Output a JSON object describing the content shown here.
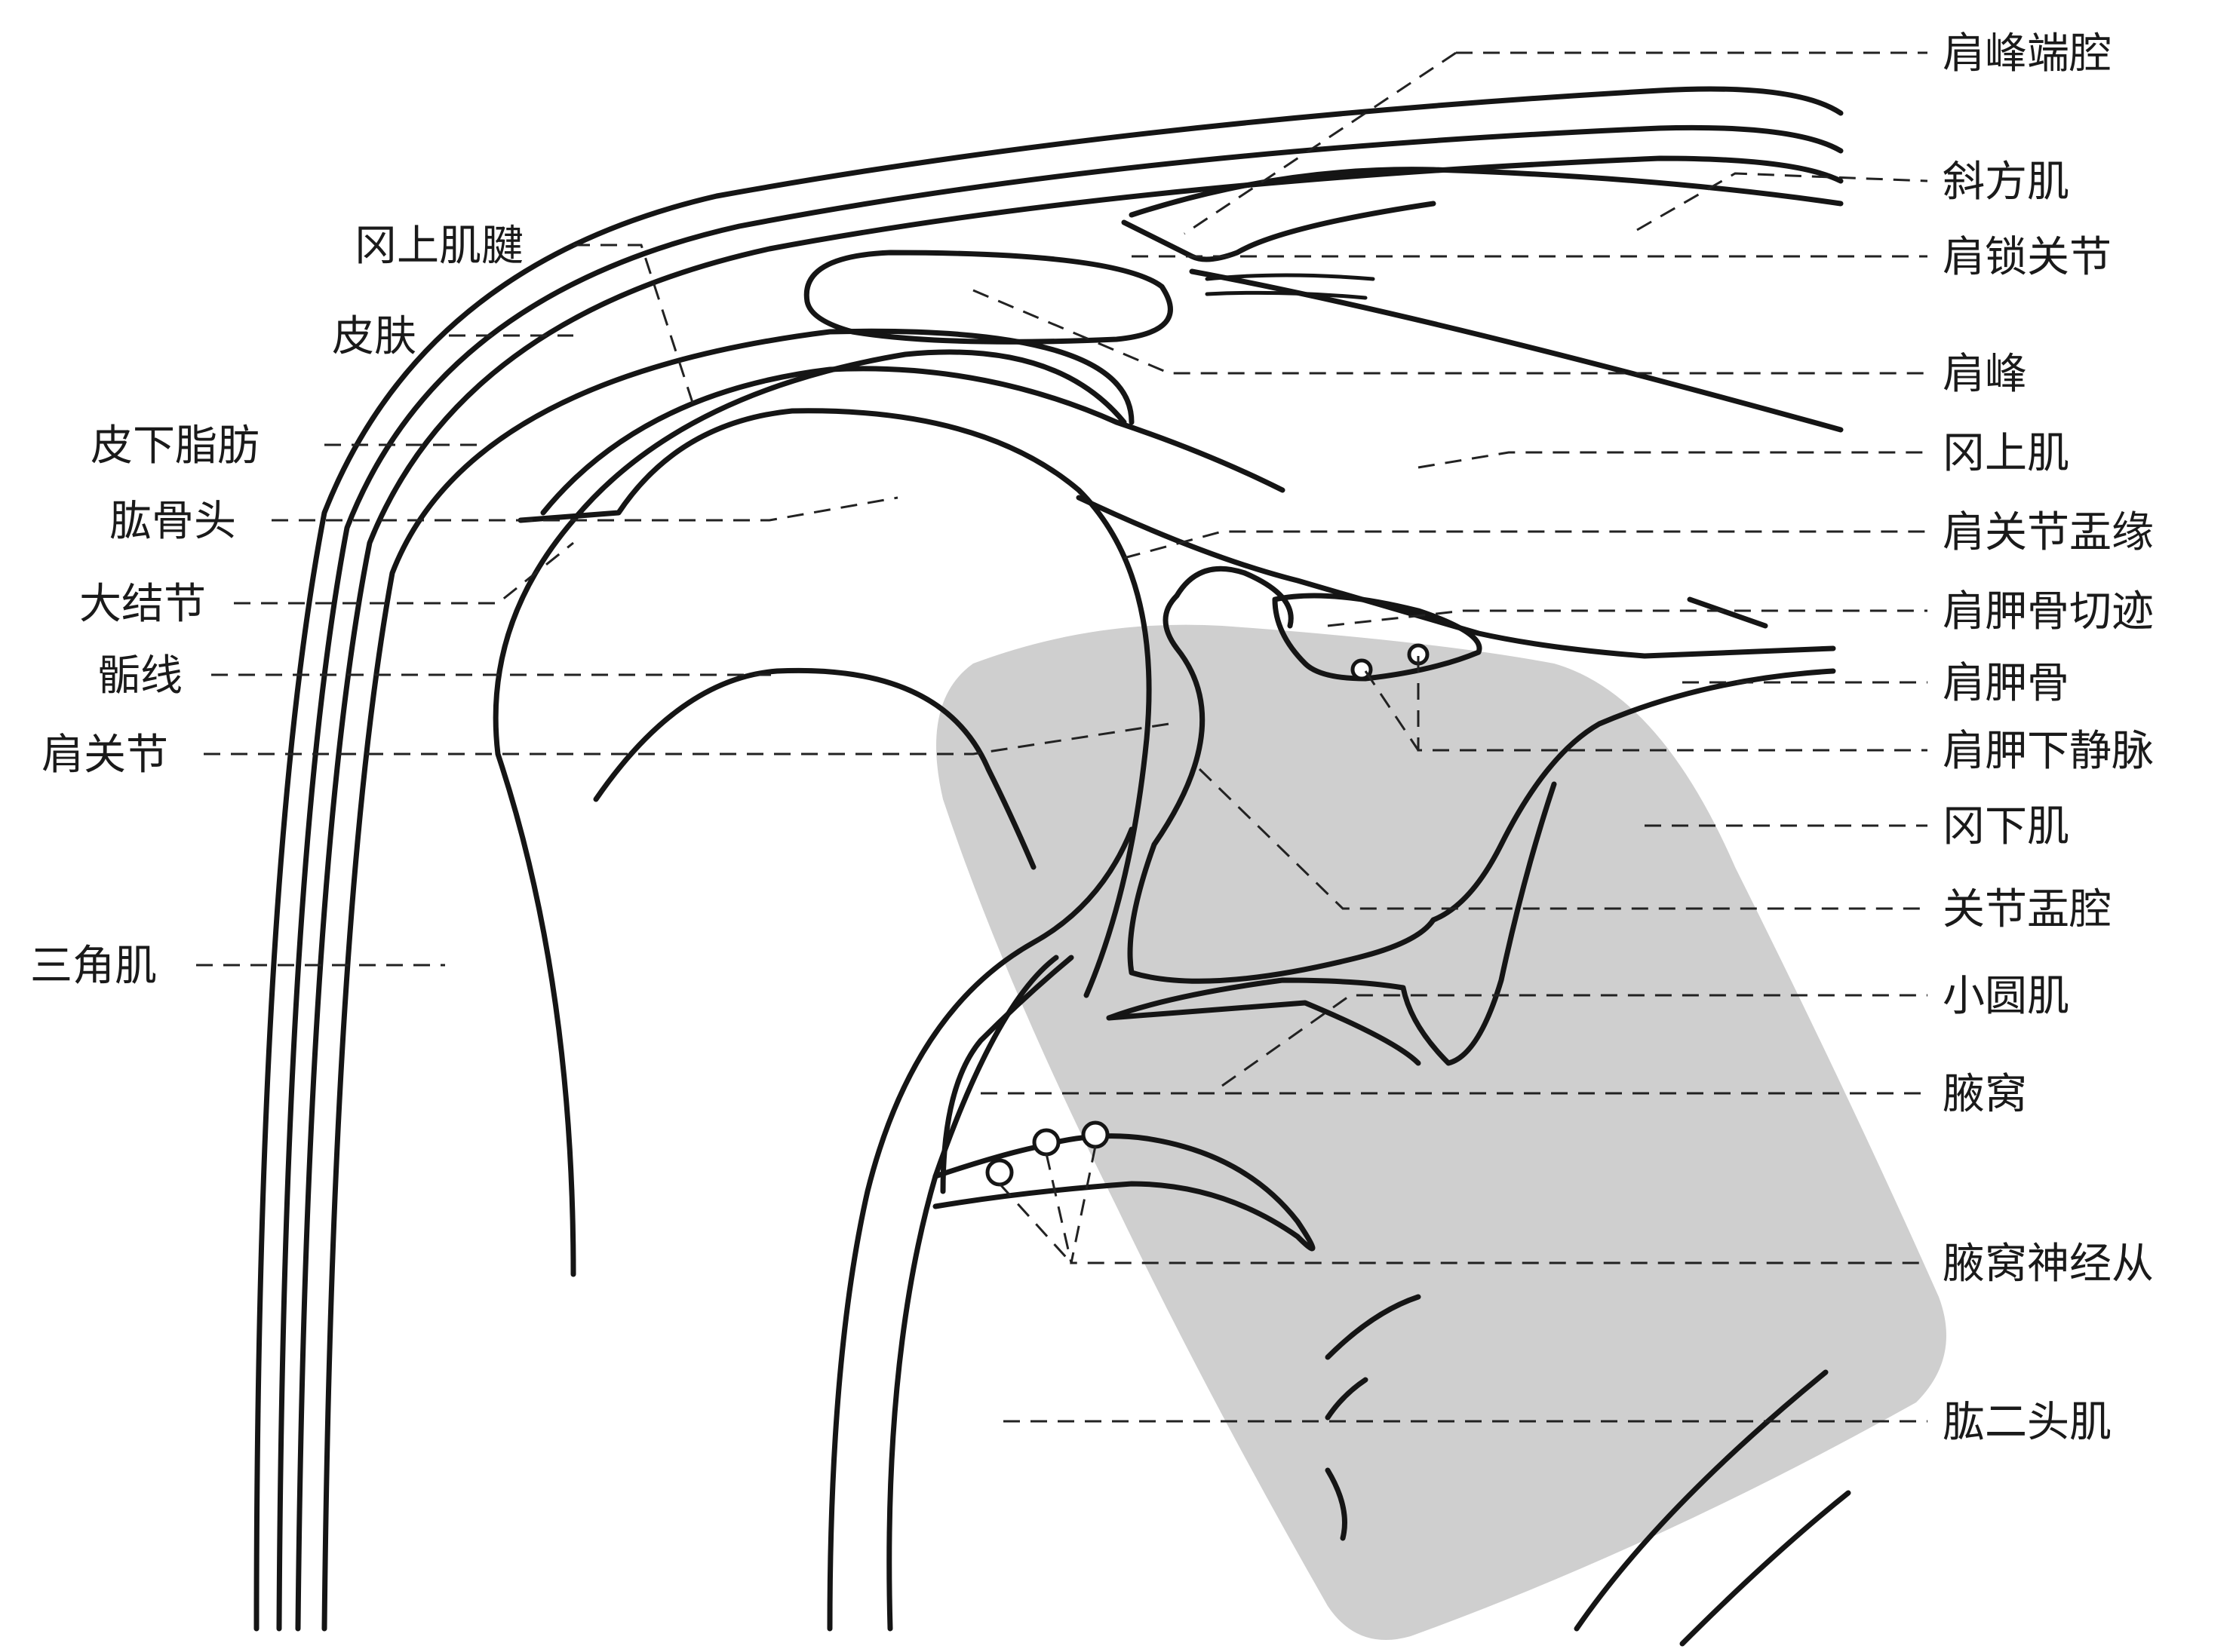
{
  "watermark": {
    "text": ""
  },
  "labels": {
    "acromion_end_cavity": "肩峰端腔",
    "trapezius": "斜方肌",
    "acromioclavicular_joint": "肩锁关节",
    "acromion": "肩峰",
    "supraspinatus": "冈上肌",
    "glenoid_labrum": "肩关节盂缘",
    "scapular_notch": "肩胛骨切迹",
    "scapula": "肩胛骨",
    "subscapular_vein": "肩胛下静脉",
    "infraspinatus": "冈下肌",
    "glenoid_cavity": "关节盂腔",
    "teres_minor": "小圆肌",
    "axilla": "腋窝",
    "brachial_plexus": "腋窝神经从",
    "biceps": "肱二头肌",
    "supraspinatus_tendon": "冈上肌腱",
    "skin": "皮肤",
    "subcutaneous_fat": "皮下脂肪",
    "humeral_head": "肱骨头",
    "greater_tubercle": "大结节",
    "epiphyseal_line": "骺线",
    "shoulder_joint": "肩关节",
    "deltoid": "三角肌"
  }
}
